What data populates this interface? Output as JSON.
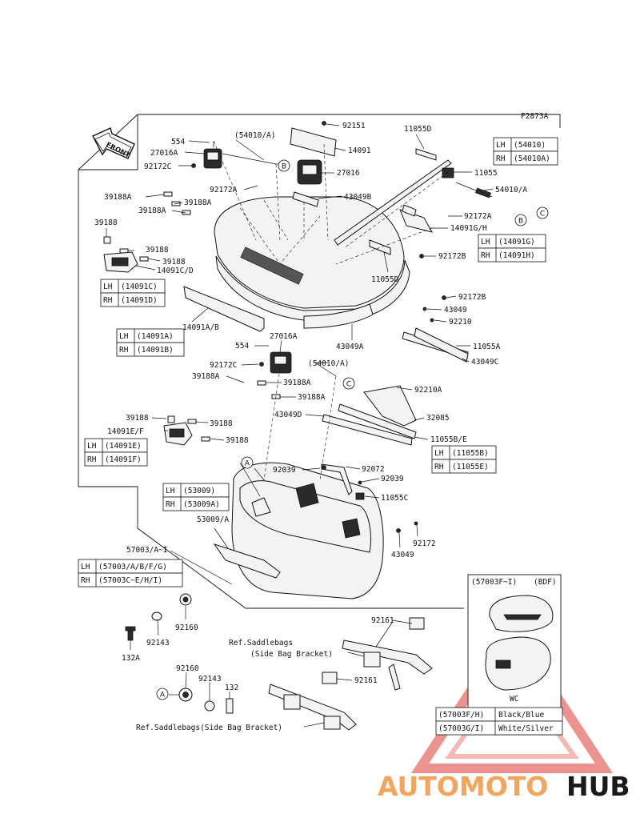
{
  "figure_code": "F2873A",
  "front_label": "FRONT",
  "part_labels": {
    "p554_top": "554",
    "p27016A_top": "27016A",
    "p92172C_top": "92172C",
    "p54010A_top": "(54010/A)",
    "pB1": "B",
    "p92172A_top": "92172A",
    "p39188A_1": "39188A",
    "p39188A_2": "39188A",
    "p39188A_3": "39188A",
    "p39188_1": "39188",
    "p39188_2": "39188",
    "p39188_3": "39188",
    "p14091CD": "14091C/D",
    "p92151": "92151",
    "p14091": "14091",
    "p27016": "27016",
    "p43049B": "43049B",
    "p11055D_top": "11055D",
    "p11055": "11055",
    "p54010A_r": "54010/A",
    "pC1": "C",
    "pB2": "B",
    "p92172A_r": "92172A",
    "p14091GH": "14091G/H",
    "p92172B_1": "92172B",
    "p11055D_mid": "11055D",
    "p92172B_2": "92172B",
    "p43049": "43049",
    "p92210": "92210",
    "p11055A": "11055A",
    "p43049C": "43049C",
    "p14091AB": "14091A/B",
    "p43049A": "43049A",
    "p554_mid": "554",
    "p27016A_mid": "27016A",
    "p92172C_mid": "92172C",
    "p54010A_mid": "(54010/A)",
    "pC2": "C",
    "p39188A_4": "39188A",
    "p39188A_5": "39188A",
    "p39188A_6": "39188A",
    "p92210A": "92210A",
    "p43049D": "43049D",
    "p32085": "32085",
    "p11055BE": "11055B/E",
    "p39188_4": "39188",
    "p39188_5": "39188",
    "p14091EF": "14091E/F",
    "p39188_6": "39188",
    "pA1": "A",
    "p92039_1": "92039",
    "p92072": "92072",
    "p92039_2": "92039",
    "p11055C": "11055C",
    "p53009A": "53009/A",
    "p92172": "92172",
    "p57003A": "57003/A~I",
    "p43049_b": "43049",
    "p92160_1": "92160",
    "p92143_1": "92143",
    "p132A": "132A",
    "p92161_1": "92161",
    "p92160_2": "92160",
    "p92143_2": "92143",
    "p132": "132",
    "pA2": "A",
    "p92161_2": "92161",
    "ref1_line1": "Ref.Saddlebags",
    "ref1_line2": "(Side Bag Bracket)",
    "ref2": "Ref.Saddlebags(Side Bag Bracket)"
  },
  "variant_tables": [
    {
      "rows": [
        {
          "side": "LH",
          "code": "(54010)"
        },
        {
          "side": "RH",
          "code": "(54010A)"
        }
      ]
    },
    {
      "rows": [
        {
          "side": "LH",
          "code": "(14091G)"
        },
        {
          "side": "RH",
          "code": "(14091H)"
        }
      ]
    },
    {
      "rows": [
        {
          "side": "LH",
          "code": "(14091C)"
        },
        {
          "side": "RH",
          "code": "(14091D)"
        }
      ]
    },
    {
      "rows": [
        {
          "side": "LH",
          "code": "(14091A)"
        },
        {
          "side": "RH",
          "code": "(14091B)"
        }
      ]
    },
    {
      "rows": [
        {
          "side": "LH",
          "code": "(14091E)"
        },
        {
          "side": "RH",
          "code": "(14091F)"
        }
      ]
    },
    {
      "rows": [
        {
          "side": "LH",
          "code": "(11055B)"
        },
        {
          "side": "RH",
          "code": "(11055E)"
        }
      ]
    },
    {
      "rows": [
        {
          "side": "LH",
          "code": "(53009)"
        },
        {
          "side": "RH",
          "code": "(53009A)"
        }
      ]
    },
    {
      "rows": [
        {
          "side": "LH",
          "code": "(57003/A/B/F/G)"
        },
        {
          "side": "RH",
          "code": "(57003C~E/H/I)"
        }
      ]
    }
  ],
  "inset": {
    "title": "(57003F~I)",
    "tag": "(BDF)",
    "caption": "WC",
    "colors": [
      {
        "code": "(57003F/H)",
        "name": "Black/Blue"
      },
      {
        "code": "(57003G/I)",
        "name": "White/Silver"
      }
    ]
  },
  "watermark": {
    "part1": "AUTOMOTO",
    "part2": "HUB"
  }
}
